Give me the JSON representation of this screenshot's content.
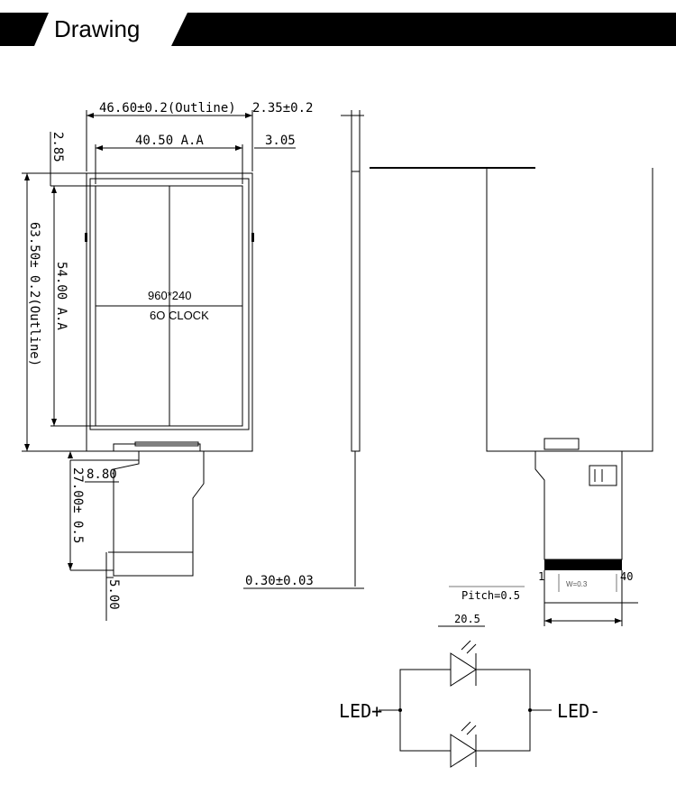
{
  "header": {
    "title": "Drawing"
  },
  "front_view": {
    "outline_width": "46.60±0.2(Outline)",
    "aa_width": "40.50 A.A",
    "offset_left_top": "2.85",
    "offset_right": "3.05",
    "outline_height": "63.50± 0.2(Outline)",
    "aa_height": "54.00 A.A",
    "resolution": "960*240",
    "viewing_direction": "6O CLOCK",
    "fpc_offset": "8.80",
    "fpc_length": "27.00± 0.5",
    "fpc_tail": "5.00"
  },
  "side_view": {
    "thickness": "2.35±0.2",
    "fpc_thickness": "0.30±0.03"
  },
  "fpc_detail": {
    "pin_first": "1",
    "pin_last": "40",
    "width_note": "W=0.3",
    "pitch": "Pitch=0.5",
    "fpc_width": "20.5"
  },
  "circuit": {
    "anode_label": "LED+",
    "cathode_label": "LED-"
  }
}
